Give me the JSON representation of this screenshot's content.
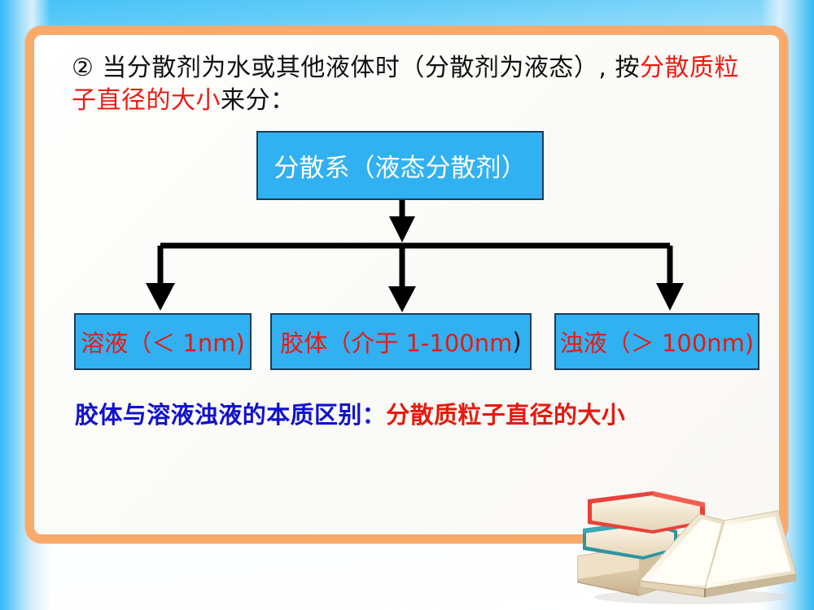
{
  "slide": {
    "background_top_color": "#45c2f7",
    "background_bottom_color": "#ffffff",
    "frame_color": "#f9a96a",
    "panel_color": "#fbfaf7"
  },
  "headline": {
    "segment_1": "② 当分散剂为水或其他液体时（分散剂为液态）, 按",
    "segment_2_red": "分散质粒子直径的大小",
    "segment_3": "来分：",
    "black_color": "#111111",
    "red_color": "#ee1b11"
  },
  "diagram": {
    "type": "flowchart",
    "box_fill": "#31b1f2",
    "box_border": "#1c3c5a",
    "arrow_color": "#000000",
    "root": {
      "label": "分散系（液态分散剂）",
      "text_color": "#ffffff"
    },
    "children": [
      {
        "label": "溶液（＜ 1nm)",
        "text_color": "#e8190d"
      },
      {
        "label": "胶体（介于 1-100nm",
        "suffix": ")",
        "text_color": "#e8190d"
      },
      {
        "label": "浊液（＞ 100nm)",
        "text_color": "#e8190d"
      }
    ]
  },
  "footer": {
    "blue_text": "胶体与溶液浊液的本质区别：",
    "red_text": "分散质粒子直径的大小",
    "blue_color": "#1111cc",
    "red_color": "#e8190d"
  },
  "decoration": {
    "books_icon": "stack-of-books-illustration",
    "book_top_color": "#e8413a",
    "book_middle_color": "#2e94a0",
    "book_pages_color": "#f3e8d5"
  }
}
